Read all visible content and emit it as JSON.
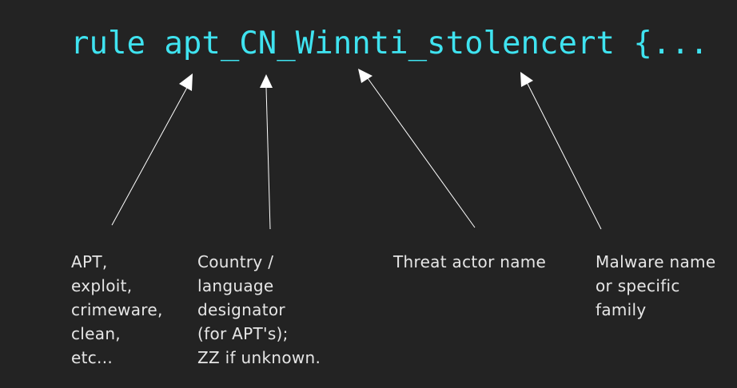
{
  "rule_signature": "rule apt_CN_Winnti_stolencert {...",
  "annotations": [
    {
      "text": "APT,\nexploit,\ncrimeware,\nclean,\netc..."
    },
    {
      "text": "Country /\nlanguage\ndesignator\n(for APT's);\nZZ if unknown."
    },
    {
      "text": "Threat actor name"
    },
    {
      "text": "Malware name\nor specific\nfamily"
    }
  ],
  "colors": {
    "background": "#232323",
    "code": "#3fe3f0",
    "text": "#e6e6e6",
    "arrow": "#ffffff"
  }
}
